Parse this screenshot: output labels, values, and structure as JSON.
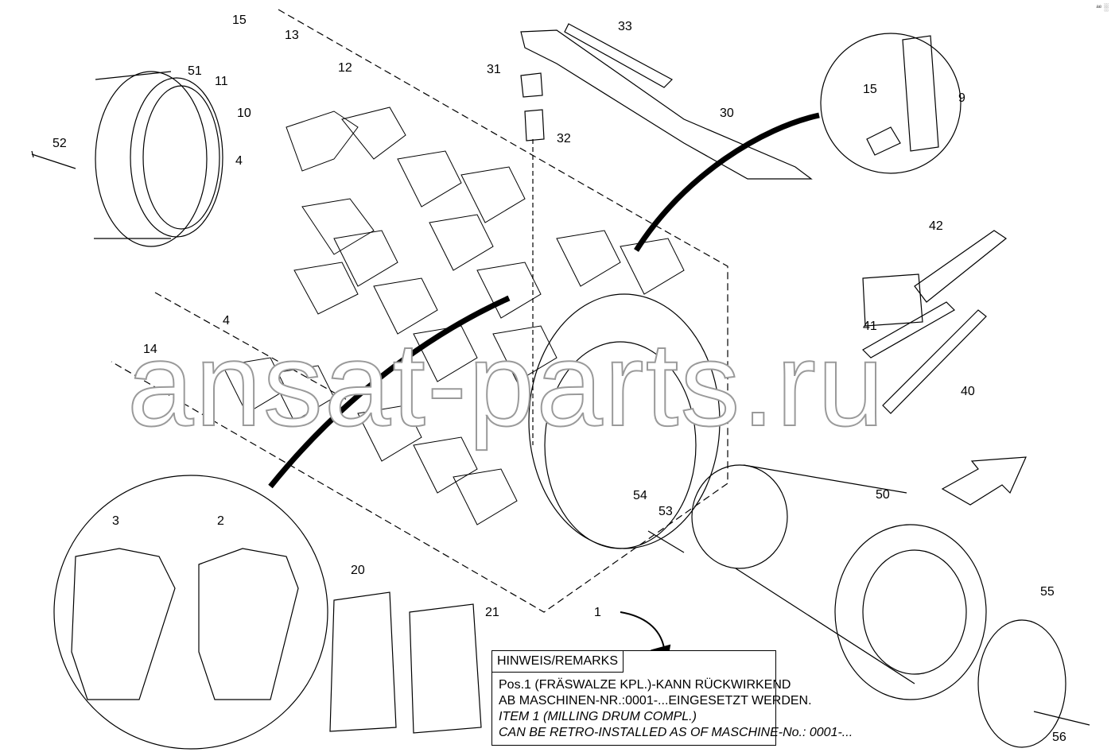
{
  "corner_mark": "ᵃᵉ ░",
  "watermark": "ansat-parts.ru",
  "remarks": {
    "title": "HINWEIS/REMARKS",
    "line1": "Pos.1 (FRÄSWALZE KPL.)-KANN RÜCKWIRKEND",
    "line2": "AB MASCHINEN-NR.:0001-...EINGESETZT WERDEN.",
    "line3": "ITEM 1 (MILLING DRUM COMPL.)",
    "line4": "CAN BE RETRO-INSTALLED AS OF MASCHINE-No.: 0001-..."
  },
  "callouts": [
    "15",
    "13",
    "12",
    "11",
    "10",
    "51",
    "52",
    "4",
    "4",
    "14",
    "33",
    "31",
    "30",
    "32",
    "15",
    "9",
    "42",
    "41",
    "40",
    "50",
    "54",
    "53",
    "55",
    "56",
    "3",
    "2",
    "20",
    "21",
    "1"
  ],
  "icons": [
    "wrench-icon",
    "hammer-icon",
    "chisel-icon",
    "orientation-arrow-icon",
    "milling-drum-icon"
  ]
}
